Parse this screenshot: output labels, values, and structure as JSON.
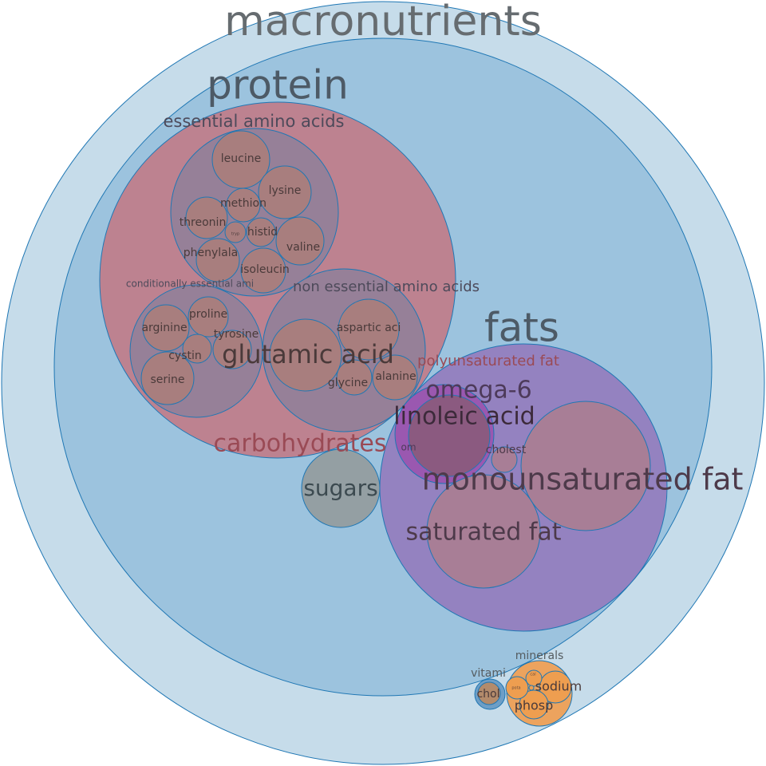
{
  "title": "macronutrients",
  "colors": {
    "root": "#c6dcea",
    "protein": "#9cc3de",
    "amino": "#bd8290",
    "amino_group": "#968098",
    "amino_leaf": "#a87e7e",
    "carbs": "#949fa3",
    "fats": "#9482c0",
    "poly": "#9a58b0",
    "fat_leaf": "#a87e96",
    "minerals": "#eca35e",
    "mineral_leaf": "#ee9e50",
    "vitamins": "#6d9ec6",
    "vitamin_leaf": "#b38b6b",
    "stroke": "#1f77b4"
  },
  "nodes": {
    "macronutrients": "macronutrients",
    "protein": "protein",
    "essential": "essential amino acids",
    "leucine": "leucine",
    "lysine": "lysine",
    "methion": "methion",
    "threonin": "threonin",
    "tryp": "tryp",
    "histid": "histid",
    "valine": "valine",
    "phenylala": "phenylala",
    "isoleucin": "isoleucin",
    "nonessential": "non essential amino acids",
    "aspartic": "aspartic aci",
    "glutamic": "glutamic acid",
    "glycine": "glycine",
    "alanine": "alanine",
    "conditional": "conditionally essential ami",
    "arginine": "arginine",
    "proline": "proline",
    "cystin": "cystin",
    "tyrosine": "tyrosine",
    "serine": "serine",
    "carbohydrates": "carbohydrates",
    "sugars": "sugars",
    "fats": "fats",
    "poly": "polyunsaturated fat",
    "omega6": "omega-6",
    "om": "om",
    "linoleic": "linoleic acid",
    "mono": "monounsaturated fat",
    "saturated": "saturated fat",
    "cholest": "cholest",
    "minerals": "minerals",
    "sodium": "sodium",
    "phosp": "phosp",
    "pota": "pota",
    "cal": "cal",
    "vitamins": "vitami",
    "choline": "chol"
  }
}
